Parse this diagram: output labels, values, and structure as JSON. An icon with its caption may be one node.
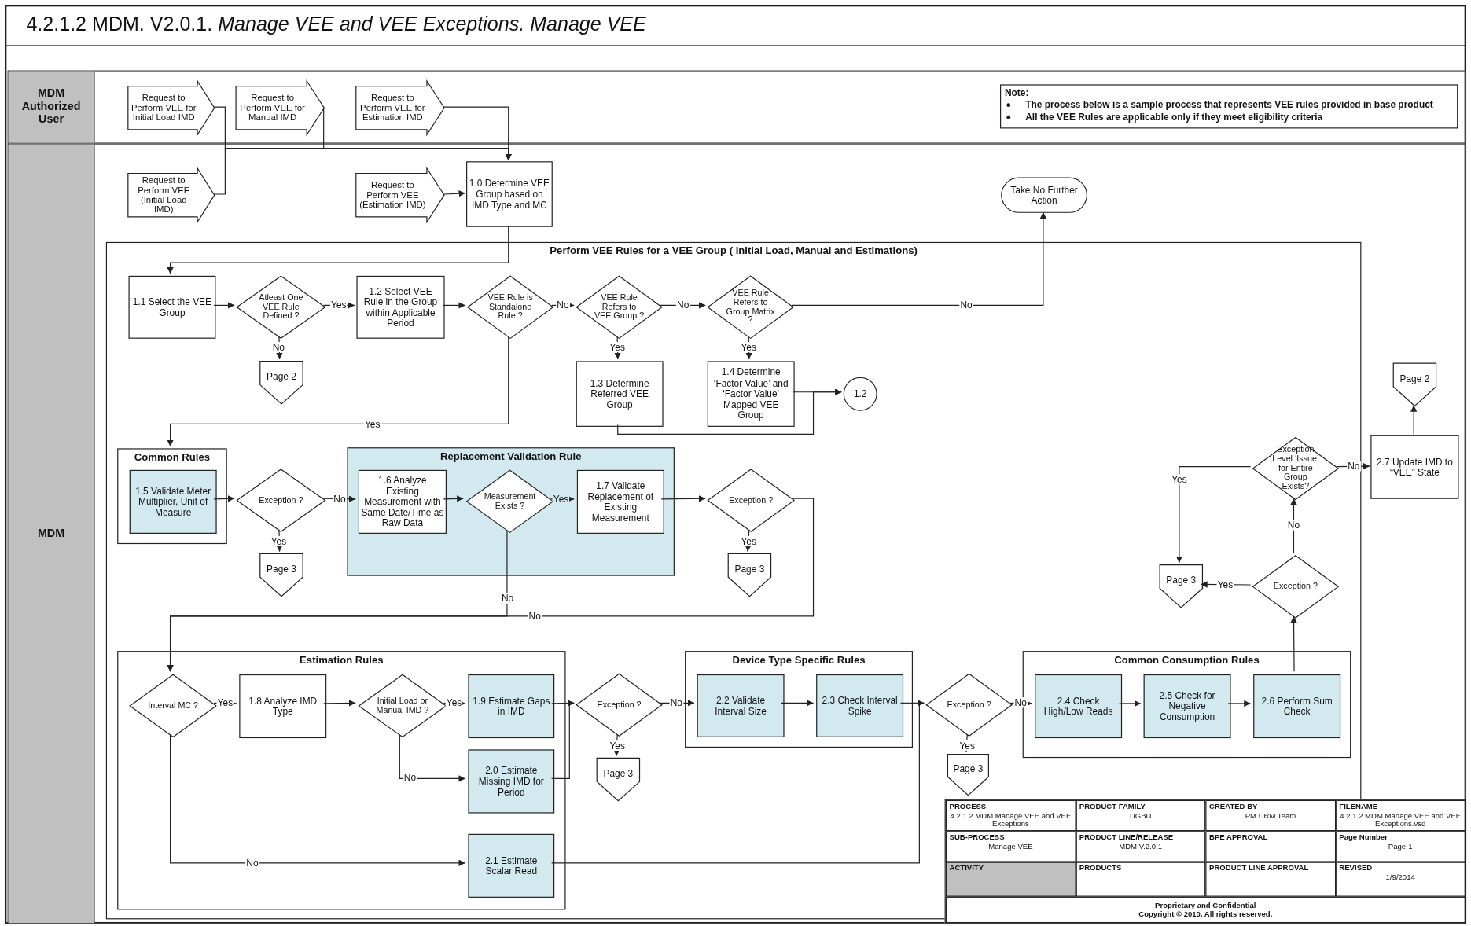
{
  "diagram": {
    "title": "4.2.1.2 MDM. V2.0.1. *Manage VEE and VEE Exceptions. Manage VEE*",
    "nodes": [
      {
        "text": [
          "MDM Authorized User"
        ]
      },
      {
        "text": [
          "Request to Perform VEE for Initial Load IMD"
        ],
        "in": 0
      },
      {
        "text": [
          "Request to Perform VEE for Manual IMD"
        ],
        "in": 0
      },
      {
        "text": [
          "Request to Perform VEE for Estimation IMD"
        ],
        "in": 0
      },
      {
        "text": [
          "MDM"
        ]
      },
      {
        "text": [
          "Request to Perform VEE (Initial Load IMD)"
        ],
        "in": 4
      },
      {
        "text": [
          "Request to Perform VEE (Estimation IMD)"
        ],
        "in": 4
      },
      {
        "text": [
          "1.0 Determine VEE Group based on IMD Type and MC"
        ],
        "in": 4
      },
      {
        "text": [
          "Take No Further Action"
        ],
        "in": 4
      },
      {
        "text": [
          "Perform VEE Rules for a VEE Group ( Initial Load, Manual and Estimations)"
        ],
        "in": 4
      },
      {
        "text": [
          "1.1 Select the VEE Group"
        ],
        "in": 9
      },
      {
        "text": [
          "Atleast One VEE Rule Defined ?"
        ],
        "in": 9
      },
      {
        "text": [
          "Page 2"
        ],
        "in": 9
      },
      {
        "text": [
          "1.2 Select VEE Rule in the Group within Applicable Period"
        ],
        "in": 9
      },
      {
        "text": [
          "VEE Rule is Standalone Rule ?"
        ],
        "in": 9
      },
      {
        "text": [
          "VEE Rule Refers to VEE Group ?"
        ],
        "in": 9
      },
      {
        "text": [
          "VEE Rule Refers to Group Matrix ?"
        ],
        "in": 9
      },
      {
        "text": [
          "1.3 Determine Referred VEE Group"
        ],
        "in": 9
      },
      {
        "text": [
          "1.4 Determine ‘Factor Value’ and ‘Factor Value’ Mapped VEE Group"
        ],
        "in": 9
      },
      {
        "text": [
          "1.2"
        ],
        "in": 9
      },
      {
        "text": [
          "Common Rules"
        ],
        "in": 9
      },
      {
        "text": [
          "1.5 Validate Meter Multiplier, Unit of Measure"
        ],
        "in": 20
      },
      {
        "text": [
          "Exception ?"
        ],
        "in": 9
      },
      {
        "text": [
          "Page 3"
        ],
        "in": 9
      },
      {
        "text": [
          "Replacement Validation Rule"
        ],
        "in": 9
      },
      {
        "text": [
          "1.6 Analyze Existing Measurement with Same Date/Time as Raw Data"
        ],
        "in": 24
      },
      {
        "text": [
          "Measurement Exists ?"
        ],
        "in": 24
      },
      {
        "text": [
          "1.7 Validate Replacement of Existing Measurement"
        ],
        "in": 24
      },
      {
        "text": [
          "Exception ?"
        ],
        "in": 9
      },
      {
        "text": [
          "Page 3"
        ],
        "in": 9
      },
      {
        "text": [
          "Estimation Rules"
        ],
        "in": 9
      },
      {
        "text": [
          "Interval MC ?"
        ],
        "in": 30
      },
      {
        "text": [
          "1.8 Analyze IMD Type"
        ],
        "in": 30
      },
      {
        "text": [
          "Initial Load or Manual IMD ?"
        ],
        "in": 30
      },
      {
        "text": [
          "1.9 Estimate Gaps in IMD"
        ],
        "in": 30
      },
      {
        "text": [
          "2.0 Estimate Missing IMD for Period"
        ],
        "in": 30
      },
      {
        "text": [
          "2.1 Estimate Scalar Read"
        ],
        "in": 30
      },
      {
        "text": [
          "Exception ?"
        ],
        "in": 9
      },
      {
        "text": [
          "Page 3"
        ],
        "in": 9
      },
      {
        "text": [
          "Device Type Specific Rules"
        ],
        "in": 9
      },
      {
        "text": [
          "2.2 Validate Interval Size"
        ],
        "in": 39
      },
      {
        "text": [
          "2.3 Check Interval Spike"
        ],
        "in": 39
      },
      {
        "text": [
          "Exception ?"
        ],
        "in": 9
      },
      {
        "text": [
          "Page 3"
        ],
        "in": 9
      },
      {
        "text": [
          "Common Consumption Rules"
        ],
        "in": 9
      },
      {
        "text": [
          "2.4 Check High/Low Reads"
        ],
        "in": 44
      },
      {
        "text": [
          "2.5 Check for Negative Consumption"
        ],
        "in": 44
      },
      {
        "text": [
          "2.6 Perform Sum Check"
        ],
        "in": 44
      },
      {
        "text": [
          "Exception ?"
        ],
        "in": 9
      },
      {
        "text": [
          "Page 3"
        ],
        "in": 9
      },
      {
        "text": [
          "Exception Level ‘Issue’ for Entire Group Exists?"
        ],
        "in": 9
      },
      {
        "text": [
          "2.7 Update IMD to “VEE” State"
        ],
        "in": 4
      },
      {
        "text": [
          "Page 2"
        ],
        "in": 4
      }
    ],
    "edges": [
      {
        "from": 1,
        "to": 7,
        "arrow": "to"
      },
      {
        "from": 2,
        "to": 7,
        "arrow": "to"
      },
      {
        "from": 3,
        "to": 7,
        "arrow": "to"
      },
      {
        "from": 5,
        "to": 7,
        "arrow": "to"
      },
      {
        "from": 6,
        "to": 7,
        "arrow": "to"
      },
      {
        "from": 7,
        "to": 10,
        "arrow": "to"
      },
      {
        "from": 10,
        "to": 11,
        "arrow": "to"
      },
      {
        "from": 11,
        "to": 13,
        "arrow": "to",
        "label": "Yes"
      },
      {
        "from": 11,
        "to": 12,
        "arrow": "to",
        "label": "No"
      },
      {
        "from": 13,
        "to": 14,
        "arrow": "to"
      },
      {
        "from": 14,
        "to": 15,
        "arrow": "to",
        "label": "No"
      },
      {
        "from": 15,
        "to": 16,
        "arrow": "to",
        "label": "No"
      },
      {
        "from": 16,
        "to": 8,
        "arrow": "to",
        "label": "No"
      },
      {
        "from": 15,
        "to": 17,
        "arrow": "to",
        "label": "Yes"
      },
      {
        "from": 16,
        "to": 18,
        "arrow": "to",
        "label": "Yes"
      },
      {
        "from": 17,
        "to": 19,
        "arrow": "to"
      },
      {
        "from": 18,
        "to": 19,
        "arrow": "to"
      },
      {
        "from": 14,
        "to": 20,
        "arrow": "to",
        "label": "Yes"
      },
      {
        "from": 21,
        "to": 22,
        "arrow": "to"
      },
      {
        "from": 22,
        "to": 25,
        "arrow": "to",
        "label": "No"
      },
      {
        "from": 22,
        "to": 23,
        "arrow": "to",
        "label": "Yes"
      },
      {
        "from": 25,
        "to": 26,
        "arrow": "to"
      },
      {
        "from": 26,
        "to": 27,
        "arrow": "to",
        "label": "Yes"
      },
      {
        "from": 27,
        "to": 28,
        "arrow": "to"
      },
      {
        "from": 28,
        "to": 29,
        "arrow": "to",
        "label": "Yes"
      },
      {
        "from": 26,
        "to": 31,
        "arrow": "to",
        "label": "No"
      },
      {
        "from": 28,
        "to": 31,
        "arrow": "to",
        "label": "No"
      },
      {
        "from": 31,
        "to": 32,
        "arrow": "to",
        "label": "Yes"
      },
      {
        "from": 32,
        "to": 33,
        "arrow": "to"
      },
      {
        "from": 33,
        "to": 34,
        "arrow": "to",
        "label": "Yes"
      },
      {
        "from": 33,
        "to": 35,
        "arrow": "to",
        "label": "No"
      },
      {
        "from": 31,
        "to": 36,
        "arrow": "to",
        "label": "No"
      },
      {
        "from": 34,
        "to": 37,
        "arrow": "to"
      },
      {
        "from": 35,
        "to": 37,
        "arrow": "to"
      },
      {
        "from": 37,
        "to": 38,
        "arrow": "to",
        "label": "Yes"
      },
      {
        "from": 37,
        "to": 40,
        "arrow": "to",
        "label": "No"
      },
      {
        "from": 40,
        "to": 41,
        "arrow": "to"
      },
      {
        "from": 41,
        "to": 42,
        "arrow": "to"
      },
      {
        "from": 36,
        "to": 42,
        "arrow": "to"
      },
      {
        "from": 42,
        "to": 43,
        "arrow": "to",
        "label": "Yes"
      },
      {
        "from": 42,
        "to": 45,
        "arrow": "to",
        "label": "No"
      },
      {
        "from": 45,
        "to": 46,
        "arrow": "to"
      },
      {
        "from": 46,
        "to": 47,
        "arrow": "to"
      },
      {
        "from": 47,
        "to": 48,
        "arrow": "to"
      },
      {
        "from": 48,
        "to": 49,
        "arrow": "to",
        "label": "Yes"
      },
      {
        "from": 48,
        "to": 50,
        "arrow": "to",
        "label": "No"
      },
      {
        "from": 50,
        "to": 49,
        "arrow": "to",
        "label": "Yes"
      },
      {
        "from": 50,
        "to": 51,
        "arrow": "to",
        "label": "No"
      },
      {
        "from": 51,
        "to": 52,
        "arrow": "to"
      }
    ],
    "labels": [
      "Note:",
      "The process below is a sample process that represents VEE rules provided in base product",
      "All the VEE Rules are applicable only if they meet eligibility criteria",
      "PROCESS",
      "4.2.1.2 MDM.Manage VEE and VEE Exceptions",
      "PRODUCT FAMILY",
      "UGBU",
      "CREATED BY",
      "PM URM Team",
      "FILENAME",
      "4.2.1.2 MDM.Manage VEE and VEE Exceptions.vsd",
      "SUB-PROCESS",
      "Manage VEE",
      "PRODUCT LINE/RELEASE",
      "MDM V.2.0.1",
      "BPE APPROVAL",
      "Page Number",
      "Page-1",
      "ACTIVITY",
      "PRODUCTS",
      "PRODUCT LINE APPROVAL",
      "REVISED",
      "1/9/2014",
      "Proprietary and Confidential",
      "Copyright © 2010. All rights reserved."
    ]
  }
}
